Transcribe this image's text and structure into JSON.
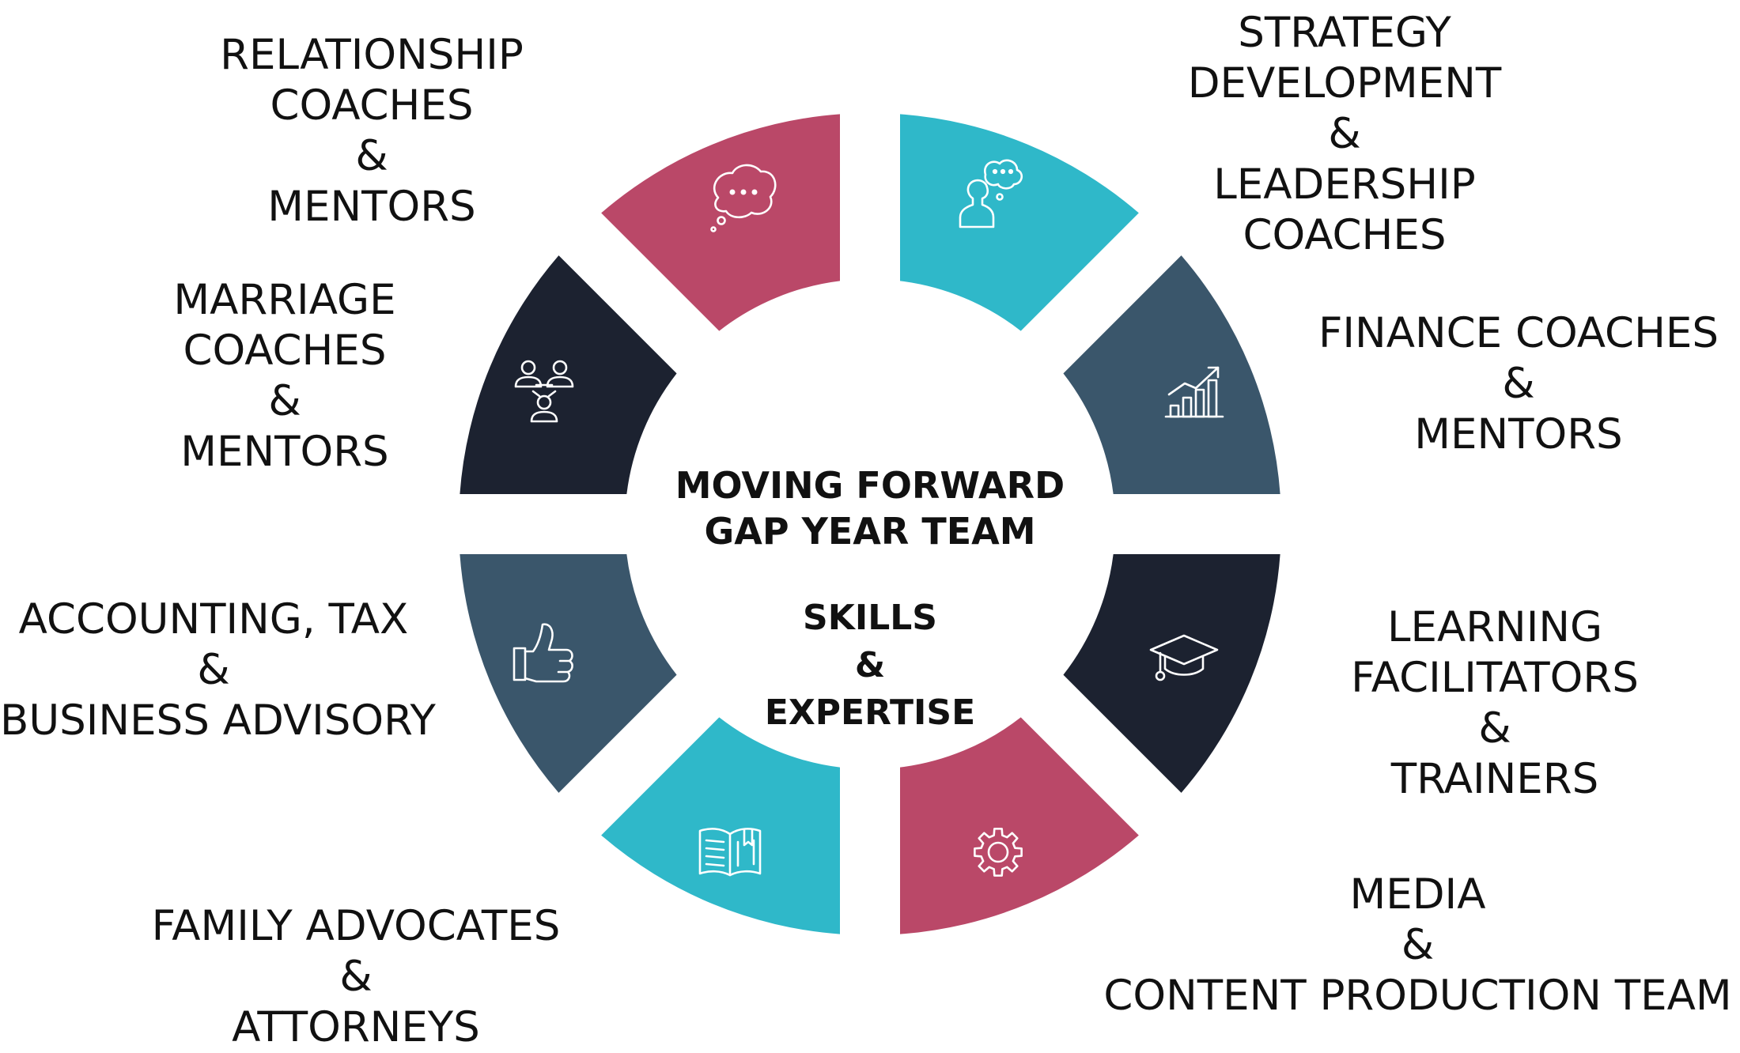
{
  "center": {
    "title_lines": [
      "MOVING FORWARD",
      "GAP YEAR TEAM"
    ],
    "subtitle_lines": [
      "SKILLS",
      "&",
      "EXPERTISE"
    ]
  },
  "colors": {
    "teal": "#2FB8C9",
    "slate": "#3A566B",
    "navy": "#1C2230",
    "rose": "#BA4868"
  },
  "segments": [
    {
      "id": "relationship",
      "color": "teal",
      "icon": "thought-bubble-icon",
      "lines": [
        "RELATIONSHIP",
        "COACHES",
        "&",
        "MENTORS"
      ]
    },
    {
      "id": "strategy",
      "color": "slate",
      "icon": "person-thinking-icon",
      "lines": [
        "STRATEGY",
        "DEVELOPMENT",
        "&",
        "LEADERSHIP",
        "COACHES"
      ]
    },
    {
      "id": "finance",
      "color": "navy",
      "icon": "growth-chart-icon",
      "lines": [
        "FINANCE COACHES",
        "&",
        "MENTORS"
      ]
    },
    {
      "id": "learning",
      "color": "rose",
      "icon": "graduation-cap-icon",
      "lines": [
        "LEARNING",
        "FACILITATORS",
        "&",
        "TRAINERS"
      ]
    },
    {
      "id": "media",
      "color": "teal",
      "icon": "gear-icon",
      "lines": [
        "MEDIA",
        "&",
        "CONTENT PRODUCTION TEAM"
      ]
    },
    {
      "id": "family",
      "color": "slate",
      "icon": "open-book-icon",
      "lines": [
        "FAMILY ADVOCATES",
        "&",
        "ATTORNEYS"
      ]
    },
    {
      "id": "accounting",
      "color": "navy",
      "icon": "thumbs-up-icon",
      "lines": [
        "ACCOUNTING, TAX",
        "&",
        "BUSINESS ADVISORY"
      ]
    },
    {
      "id": "marriage",
      "color": "rose",
      "icon": "team-group-icon",
      "lines": [
        "MARRIAGE",
        "COACHES",
        "&",
        "MENTORS"
      ]
    }
  ]
}
